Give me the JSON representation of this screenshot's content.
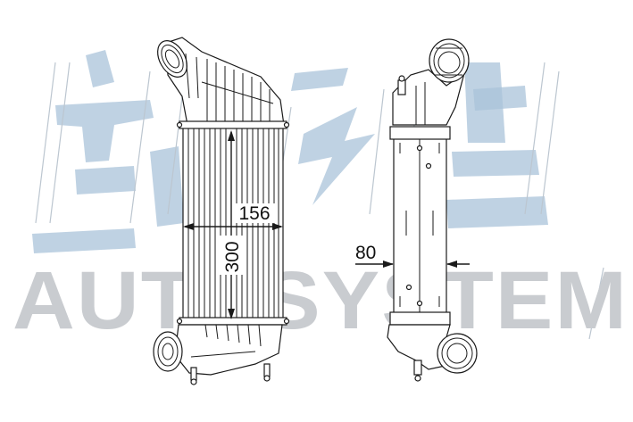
{
  "watermark": {
    "brand_text": "AUTOSYSTEM",
    "color": "#c9ccd0",
    "emblem_color": "#a9c3da"
  },
  "dimensions": {
    "width_label": "156",
    "height_label": "300",
    "depth_label": "80"
  },
  "colors": {
    "line": "#1a1a1a",
    "background": "#ffffff"
  }
}
